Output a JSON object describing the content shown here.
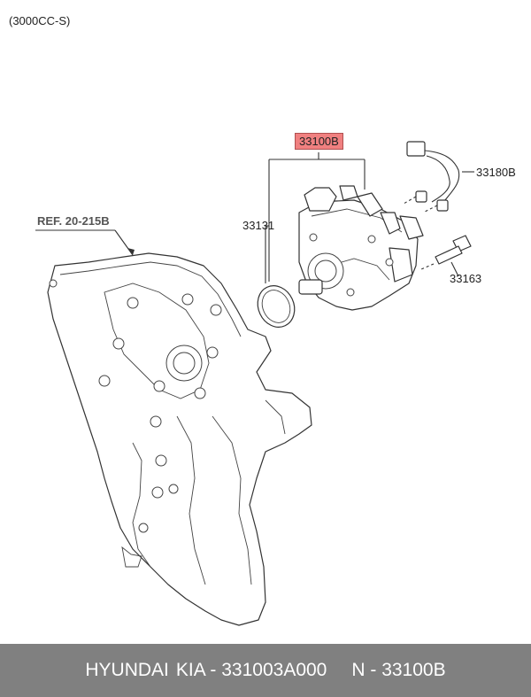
{
  "variant": "(3000CC-S)",
  "callouts": {
    "assembly": "33100B",
    "oring": "33131",
    "harness": "33180B",
    "bolt": "33163",
    "reference": "REF. 20-215B"
  },
  "footer": {
    "brand": "HYUNDAI",
    "make_part": "KIA - 331003A000",
    "alt_part": "N - 33100B"
  },
  "colors": {
    "highlight": "#f08080",
    "footer_bg": "#808080",
    "footer_text": "#ffffff"
  }
}
